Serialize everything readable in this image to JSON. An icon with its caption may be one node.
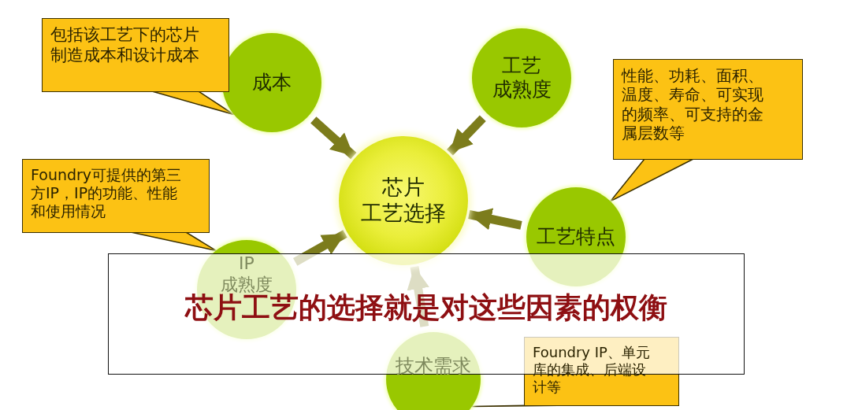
{
  "diagram": {
    "nodes": [
      {
        "text": [
          "芯片工艺选择"
        ]
      },
      {
        "text": [
          "成本"
        ]
      },
      {
        "text": [
          "工艺成熟度"
        ]
      },
      {
        "text": [
          "工艺特点"
        ]
      },
      {
        "text": [
          "IP成熟度"
        ]
      },
      {
        "text": [
          "技术需求"
        ]
      },
      {
        "text": [
          "包括该工艺下的芯片制造成本和设计成本"
        ]
      },
      {
        "text": [
          "Foundry可提供的第三方IP，IP的功能、性能和使用情况"
        ]
      },
      {
        "text": [
          "性能、功耗、面积、温度、寿命、可实现的频率、可支持的金属层数等"
        ]
      },
      {
        "text": [
          "Foundry IP、单元库的集成、后端设计等"
        ]
      }
    ],
    "edges": [
      {
        "from": 1,
        "to": 0,
        "arrow": "to"
      },
      {
        "from": 2,
        "to": 0,
        "arrow": "to"
      },
      {
        "from": 3,
        "to": 0,
        "arrow": "to"
      },
      {
        "from": 4,
        "to": 0,
        "arrow": "to"
      },
      {
        "from": 5,
        "to": 0,
        "arrow": "to"
      },
      {
        "from": 6,
        "to": 1,
        "arrow": "none"
      },
      {
        "from": 7,
        "to": 4,
        "arrow": "none"
      },
      {
        "from": 8,
        "to": 3,
        "arrow": "none"
      },
      {
        "from": 9,
        "to": 5,
        "arrow": "none"
      }
    ],
    "labels": [
      "芯片工艺的选择就是对这些因素的权衡"
    ]
  }
}
